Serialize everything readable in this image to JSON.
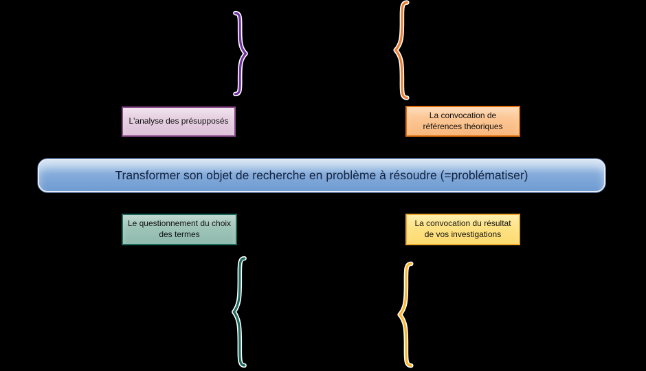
{
  "center": {
    "title": "Transformer son objet de recherche en problème à résoudre (=problématiser)"
  },
  "boxes": {
    "top_left": {
      "label": "L'analyse des présupposés",
      "fill": "#ddc2d8",
      "border": "#8b4a8b"
    },
    "top_right": {
      "label": "La convocation de références théoriques",
      "fill": "#f9b87d",
      "border": "#e0700f"
    },
    "bottom_left": {
      "label": "Le questionnement du choix des termes",
      "fill": "#8fbaad",
      "border": "#1d6a5f"
    },
    "bottom_right": {
      "label": "La convocation du résultat de vos investigations",
      "fill": "#fcda6e",
      "border": "#edaa2e"
    }
  },
  "braces": {
    "top_left": {
      "icon": "curly-brace-icon",
      "direction": "right-facing",
      "color": "#7030a0"
    },
    "top_right": {
      "icon": "curly-brace-icon",
      "direction": "left-facing",
      "color": "#ed7d31"
    },
    "bottom_left": {
      "icon": "curly-brace-icon",
      "direction": "left-facing",
      "color": "#1d6a5f"
    },
    "bottom_right": {
      "icon": "curly-brace-icon",
      "direction": "left-facing",
      "color": "#ffb428"
    }
  },
  "colors": {
    "background": "#000000",
    "center_fill_top": "#b9d1ec",
    "center_fill_bottom": "#6f9bd1",
    "center_border": "#e6edf8",
    "center_text": "#14233f",
    "box_text": "#111111"
  }
}
